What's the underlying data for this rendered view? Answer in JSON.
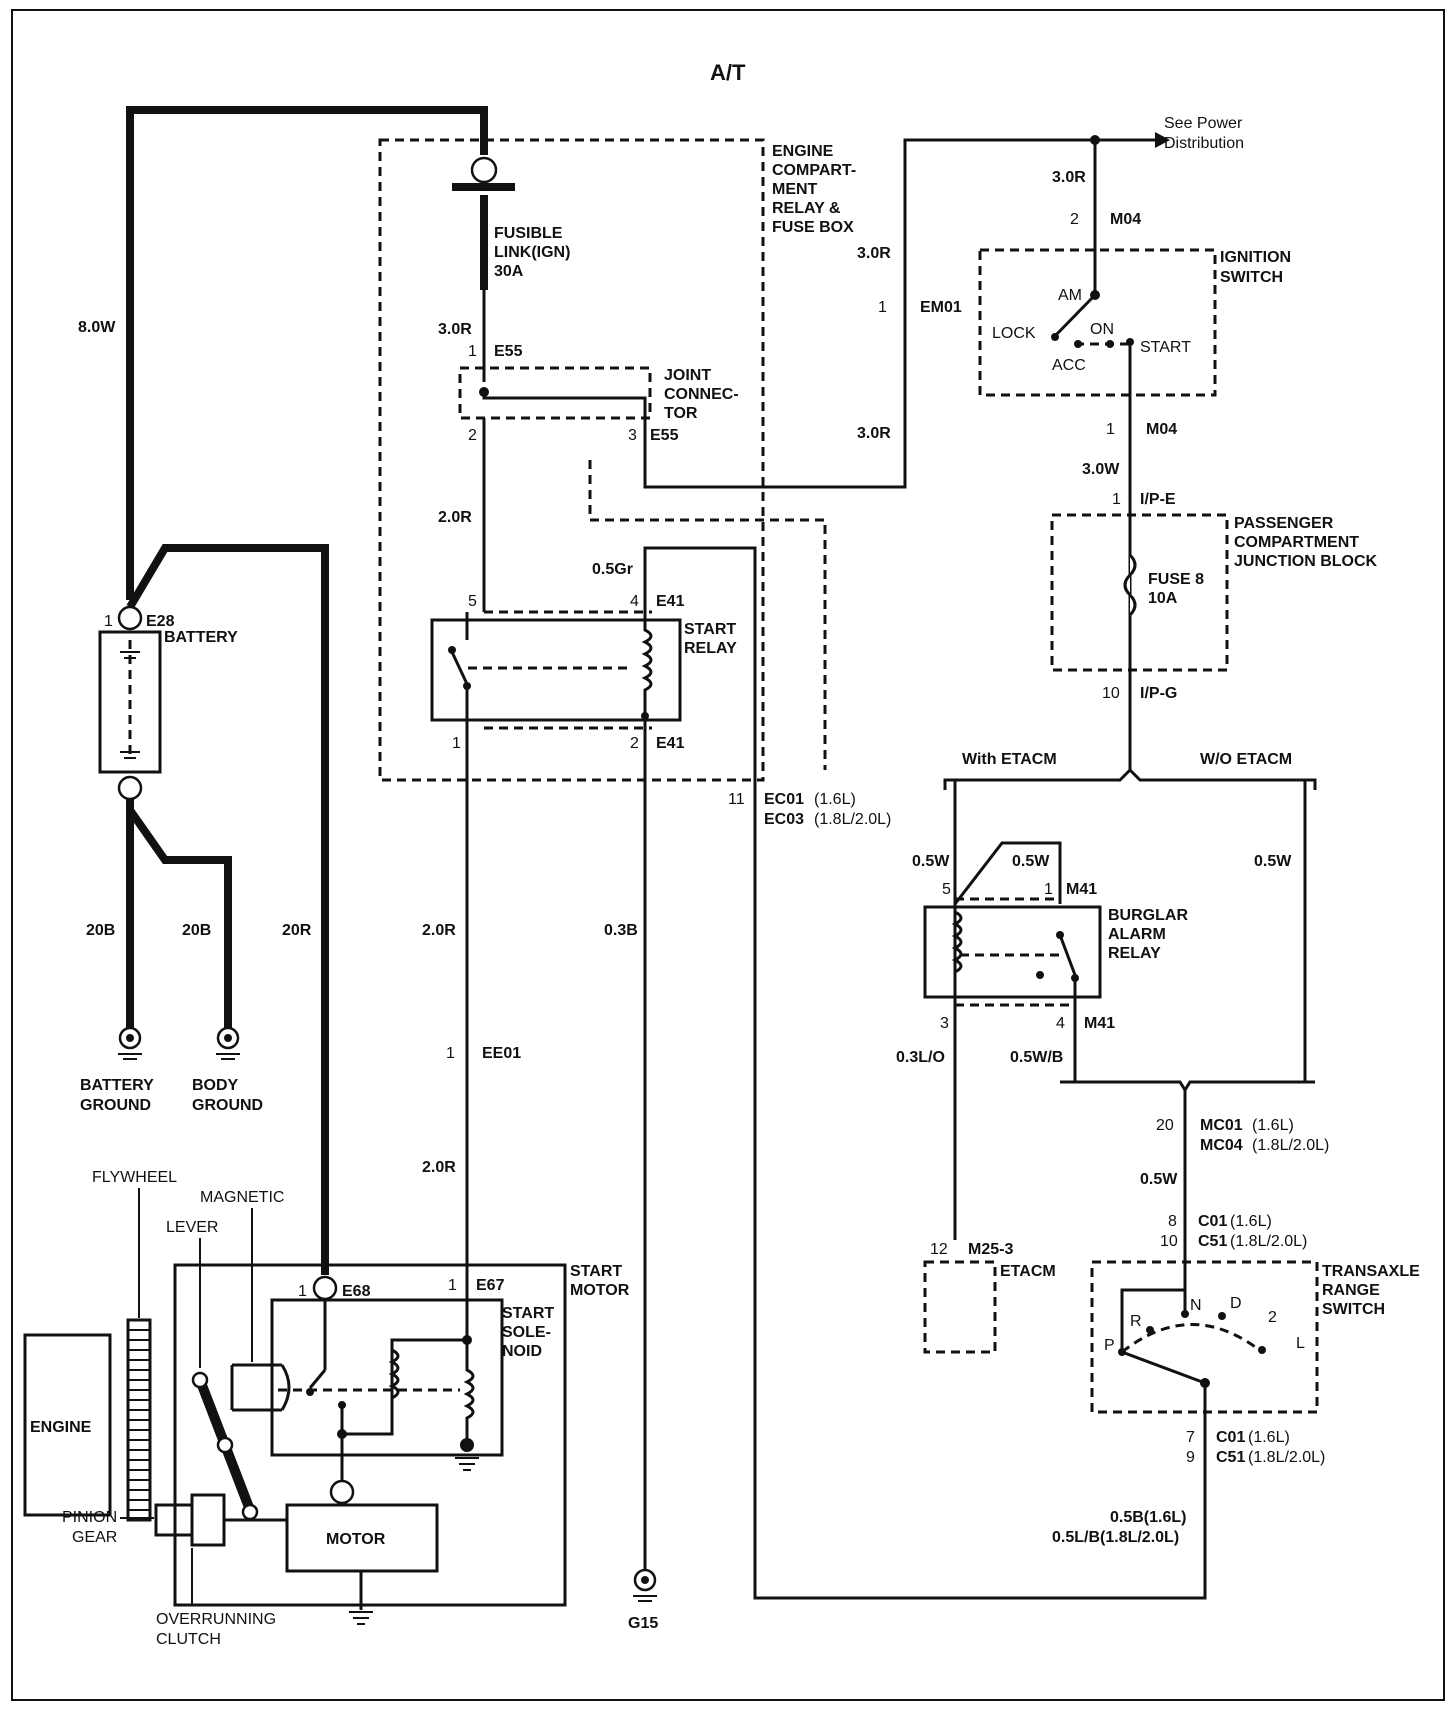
{
  "title": "A/T",
  "components": {
    "engine_box": "ENGINE COMPART- MENT RELAY & FUSE BOX",
    "engine_box_lines": [
      "ENGINE",
      "COMPART-",
      "MENT",
      "RELAY &",
      "FUSE BOX"
    ],
    "fusible_link": [
      "FUSIBLE",
      "LINK(IGN)",
      "30A"
    ],
    "joint_connector": [
      "JOINT",
      "CONNEC-",
      "TOR"
    ],
    "start_relay": [
      "START",
      "RELAY"
    ],
    "battery": "BATTERY",
    "battery_ground": [
      "BATTERY",
      "GROUND"
    ],
    "body_ground": [
      "BODY",
      "GROUND"
    ],
    "ignition_switch": [
      "IGNITION",
      "SWITCH"
    ],
    "ignition_positions": {
      "am": "AM",
      "lock": "LOCK",
      "on": "ON",
      "acc": "ACC",
      "start": "START"
    },
    "power_note": [
      "See Power",
      "Distribution"
    ],
    "passenger_block": [
      "PASSENGER",
      "COMPARTMENT",
      "JUNCTION BLOCK"
    ],
    "fuse8": [
      "FUSE 8",
      "10A"
    ],
    "with_etacm": "With ETACM",
    "wo_etacm": "W/O ETACM",
    "burglar_relay": [
      "BURGLAR",
      "ALARM",
      "RELAY"
    ],
    "etacm": "ETACM",
    "transaxle_switch": [
      "TRANSAXLE",
      "RANGE",
      "SWITCH"
    ],
    "range_positions": {
      "p": "P",
      "r": "R",
      "n": "N",
      "d": "D",
      "two": "2",
      "l": "L"
    },
    "start_motor": [
      "START",
      "MOTOR"
    ],
    "start_solenoid": [
      "START",
      "SOLE-",
      "NOID"
    ],
    "motor": "MOTOR",
    "engine": "ENGINE",
    "flywheel": "FLYWHEEL",
    "magnetic": "MAGNETIC",
    "lever": "LEVER",
    "pinion_gear": [
      "PINION",
      "GEAR"
    ],
    "overrunning_clutch": [
      "OVERRUNNING",
      "CLUTCH"
    ],
    "ground_g15": "G15"
  },
  "wires": {
    "w8_0W": "8.0W",
    "w3_0R_a": "3.0R",
    "w2_0R_a": "2.0R",
    "w0_5Gr": "0.5Gr",
    "w3_0R_em": "3.0R",
    "w3_0R_em2": "3.0R",
    "w3_0R_top": "3.0R",
    "w3_0W": "3.0W",
    "w20B_a": "20B",
    "w20B_b": "20B",
    "w20R": "20R",
    "w2_0R_b": "2.0R",
    "w0_3B": "0.3B",
    "w2_0R_c": "2.0R",
    "w0_5W_a": "0.5W",
    "w0_5W_b": "0.5W",
    "w0_5W_c": "0.5W",
    "w0_3LO": "0.3L/O",
    "w0_5WB": "0.5W/B",
    "w0_5W_d": "0.5W",
    "w_bottom_a": "0.5B(1.6L)",
    "w_bottom_b": "0.5L/B(1.8L/2.0L)"
  },
  "connectors": {
    "e55": "E55",
    "e55_pin1": "1",
    "e55_pin2": "2",
    "e55_pin3": "3",
    "e41": "E41",
    "e41_pin5": "5",
    "e41_pin4": "4",
    "e41_pin1": "1",
    "e41_pin2": "2",
    "e28": "E28",
    "e28_pin": "1",
    "em01": "EM01",
    "em01_pin": "1",
    "m04": "M04",
    "m04_pin2": "2",
    "m04_pin1": "1",
    "ipe": "I/P-E",
    "ipe_pin": "1",
    "ipg": "I/P-G",
    "ipg_pin": "10",
    "ec01": "EC01",
    "ec01_spec": "(1.6L)",
    "ec03": "EC03",
    "ec03_spec": "(1.8L/2.0L)",
    "ec_pin": "11",
    "ee01": "EE01",
    "ee01_pin": "1",
    "e68": "E68",
    "e68_pin": "1",
    "e67": "E67",
    "e67_pin": "1",
    "m41": "M41",
    "m41_pin5": "5",
    "m41_pin1": "1",
    "m41_pin3": "3",
    "m41_pin4": "4",
    "mc01": "MC01",
    "mc01_spec": "(1.6L)",
    "mc04": "MC04",
    "mc04_spec": "(1.8L/2.0L)",
    "mc_pin": "20",
    "m25": "M25-3",
    "m25_pin": "12",
    "c01_top": "C01",
    "c01_top_spec": "(1.6L)",
    "c51_top": "C51",
    "c51_top_spec": "(1.8L/2.0L)",
    "c01_top_pin": "8",
    "c51_top_pin": "10",
    "c01_bot": "C01",
    "c01_bot_spec": "(1.6L)",
    "c51_bot": "C51",
    "c51_bot_spec": "(1.8L/2.0L)",
    "c01_bot_pin": "7",
    "c51_bot_pin": "9"
  }
}
